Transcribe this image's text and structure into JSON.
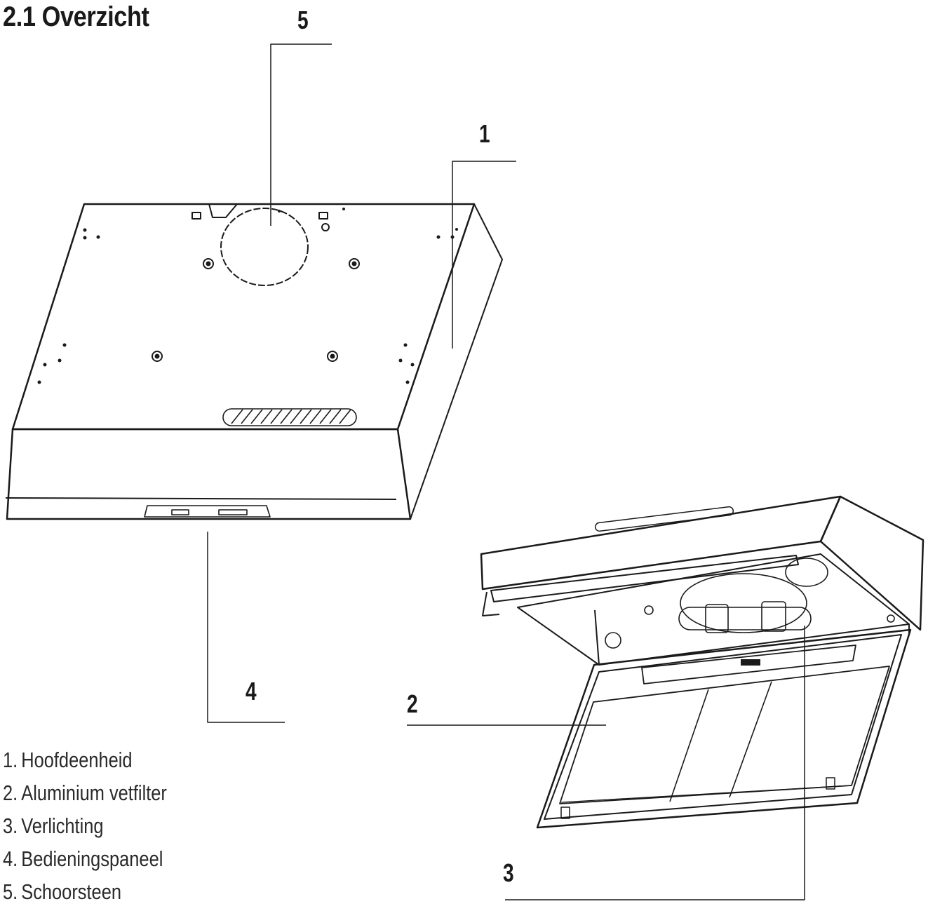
{
  "title": "2.1 Overzicht",
  "callouts": {
    "c1": "1",
    "c2": "2",
    "c3": "3",
    "c4": "4",
    "c5": "5"
  },
  "legend": [
    {
      "num": "1.",
      "label": "Hoofdeenheid"
    },
    {
      "num": "2.",
      "label": "Aluminium vetfilter"
    },
    {
      "num": "3.",
      "label": "Verlichting"
    },
    {
      "num": "4.",
      "label": "Bedieningspaneel"
    },
    {
      "num": "5.",
      "label": "Schoorsteen"
    }
  ]
}
